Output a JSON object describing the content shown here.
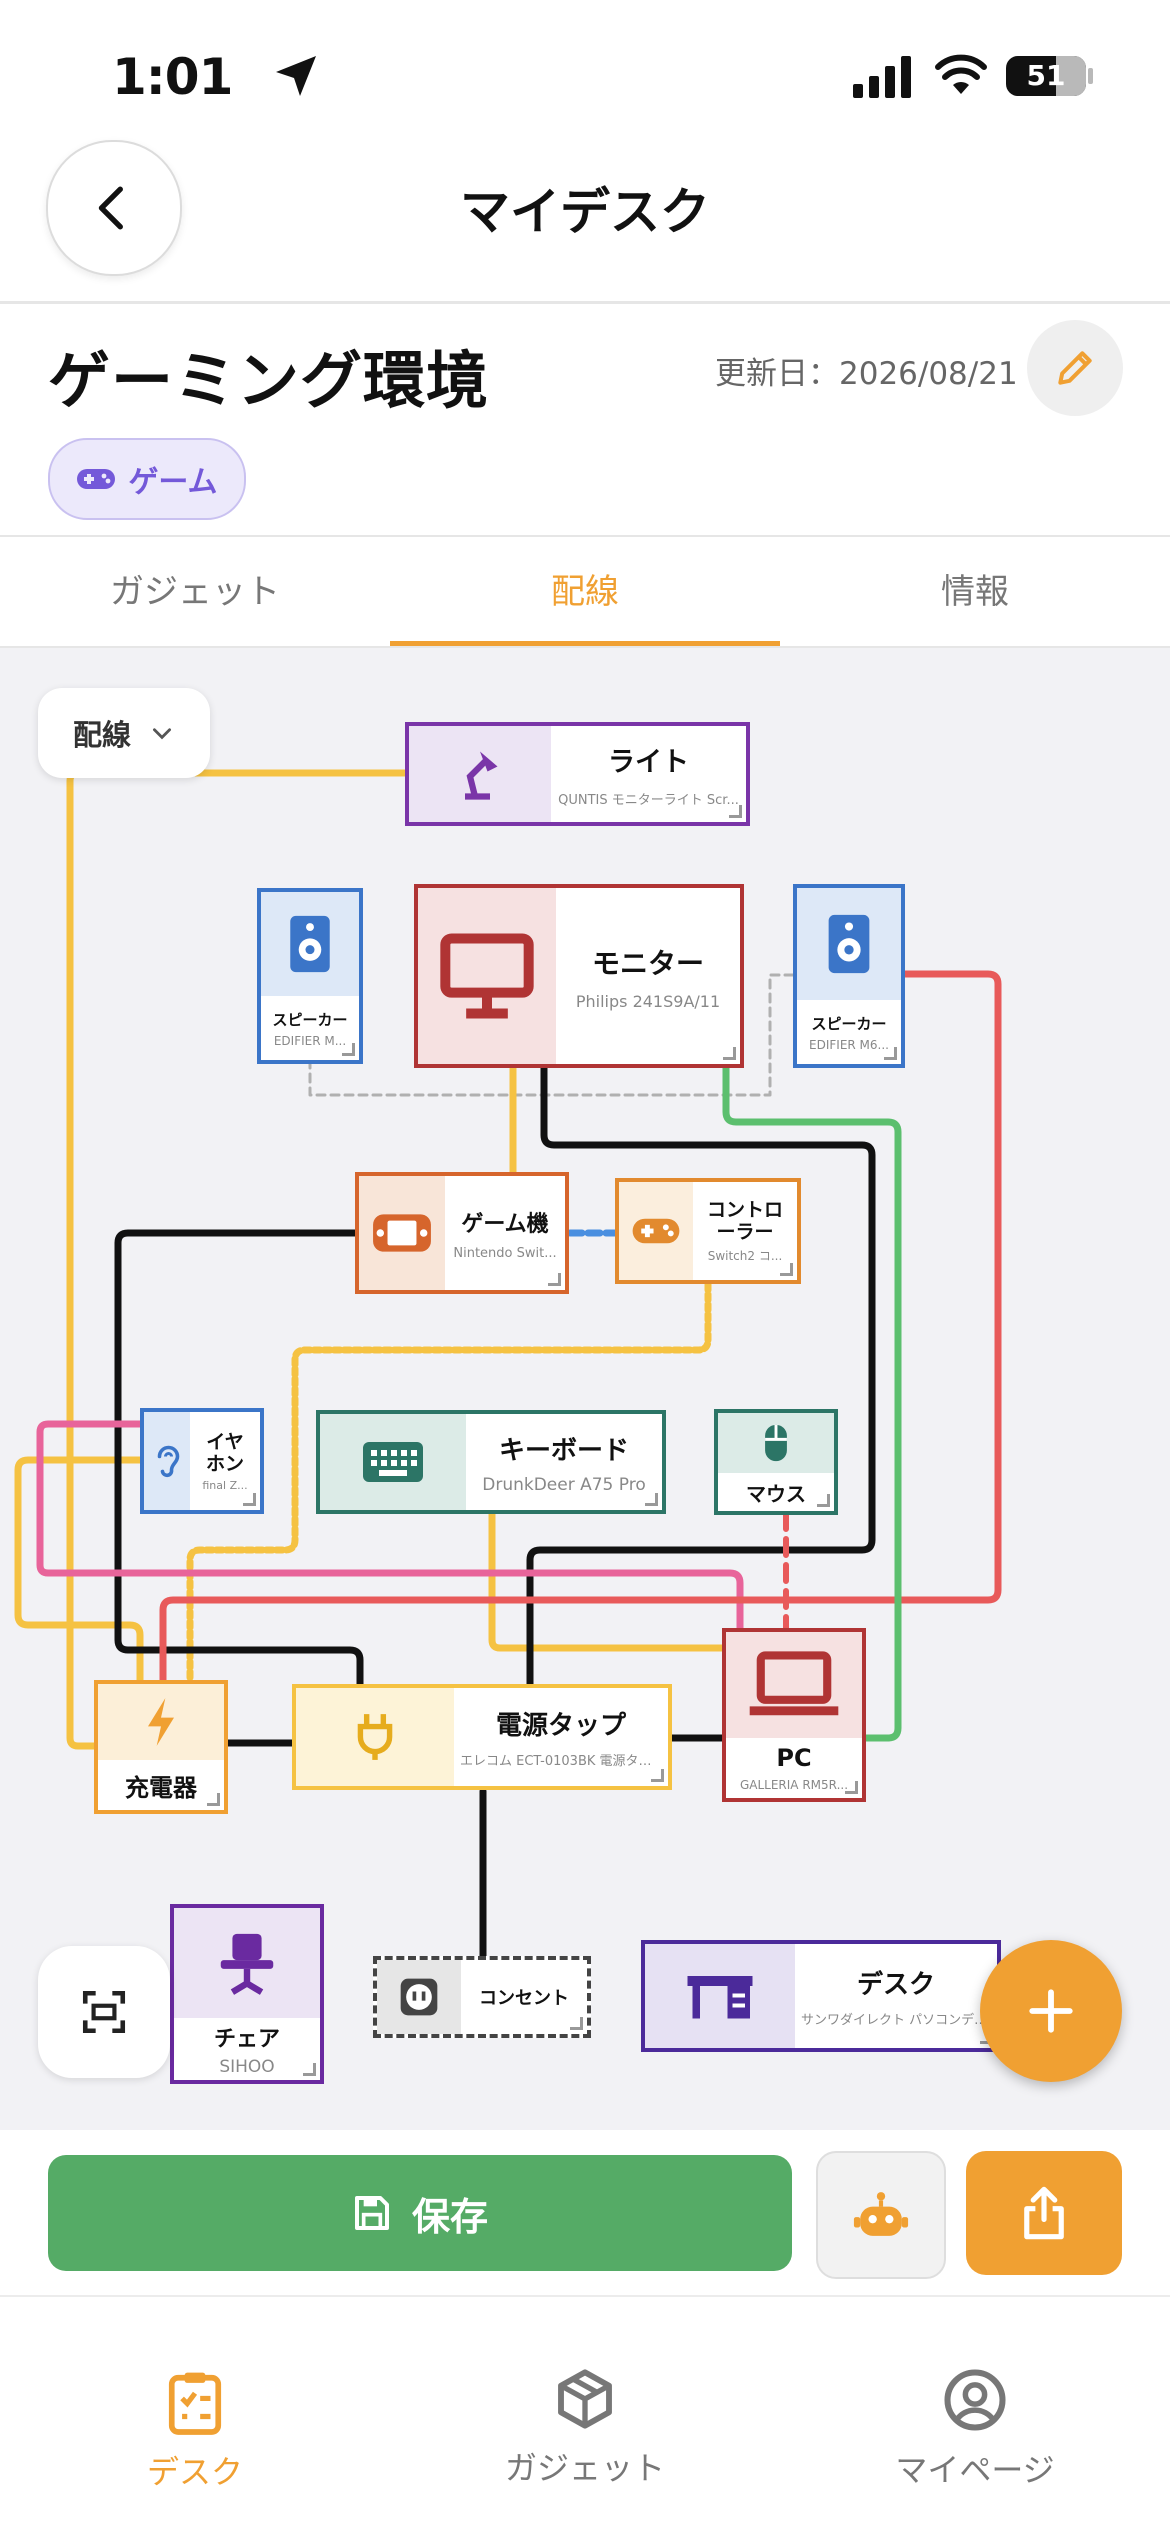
{
  "status_bar": {
    "time": "1:01",
    "battery": "51"
  },
  "header": {
    "title": "マイデスク"
  },
  "desk": {
    "name": "ゲーミング環境",
    "updated": "更新日：2026/08/21",
    "tag": "ゲーム"
  },
  "tabs": [
    {
      "label": "ガジェット"
    },
    {
      "label": "配線"
    },
    {
      "label": "情報"
    }
  ],
  "active_tab": "配線",
  "canvas": {
    "view_selector": "配線",
    "nodes": {
      "light": {
        "name": "ライト",
        "sub": "QUNTIS モニターライト Scr..."
      },
      "monitor": {
        "name": "モニター",
        "sub": "Philips 241S9A/11"
      },
      "spk_l": {
        "name": "スピーカー",
        "sub": "EDIFIER M..."
      },
      "spk_r": {
        "name": "スピーカー",
        "sub": "EDIFIER M6..."
      },
      "game": {
        "name": "ゲーム機",
        "sub": "Nintendo Swit..."
      },
      "ctrl": {
        "name": "コントローラー",
        "sub": "Switch2 コ..."
      },
      "earphone": {
        "name": "イヤホン",
        "sub": "final Z..."
      },
      "keyboard": {
        "name": "キーボード",
        "sub": "DrunkDeer A75 Pro"
      },
      "mouse": {
        "name": "マウス",
        "sub": ""
      },
      "charger": {
        "name": "充電器",
        "sub": ""
      },
      "tap": {
        "name": "電源タップ",
        "sub": "エレコム ECT-0103BK 電源タッ..."
      },
      "pc": {
        "name": "PC",
        "sub": "GALLERIA RM5R..."
      },
      "chair": {
        "name": "チェア",
        "sub": "SIHOO"
      },
      "outlet": {
        "name": "コンセント",
        "sub": ""
      },
      "desk": {
        "name": "デスク",
        "sub": "サンワダイレクト パソコンデスク"
      }
    },
    "colors": {
      "power": "#f5c242",
      "video": "#111111",
      "usb": "#e85a5a",
      "hdmi": "#5cbf6e",
      "audio": "#e8649a",
      "wireless": "#4a8fe0",
      "speaker_link": "#b0b0b0"
    }
  },
  "actions": {
    "save_label": "保存"
  },
  "bottom_nav": [
    {
      "label": "デスク"
    },
    {
      "label": "ガジェット"
    },
    {
      "label": "マイページ"
    }
  ],
  "colors": {
    "accent": "#f0a032",
    "save": "#55ab66",
    "tag_purple": "#7459d9"
  }
}
